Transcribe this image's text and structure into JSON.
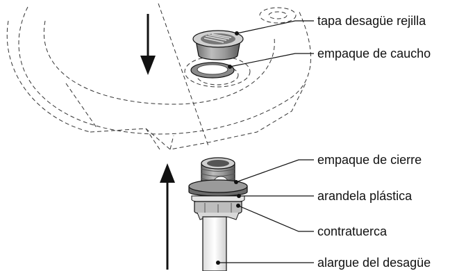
{
  "labels": {
    "grate_cap": "tapa desagüe rejilla",
    "rubber_gasket": "empaque de caucho",
    "seal_gasket": "empaque de cierre",
    "plastic_washer": "arandela plástica",
    "locknut": "contratuerca",
    "drain_extension": "alargue del desagüe"
  },
  "colors": {
    "ink": "#111111",
    "metal_dark": "#6d6d6d",
    "metal_mid": "#9a9a9a",
    "metal_light": "#c9c9c9"
  }
}
